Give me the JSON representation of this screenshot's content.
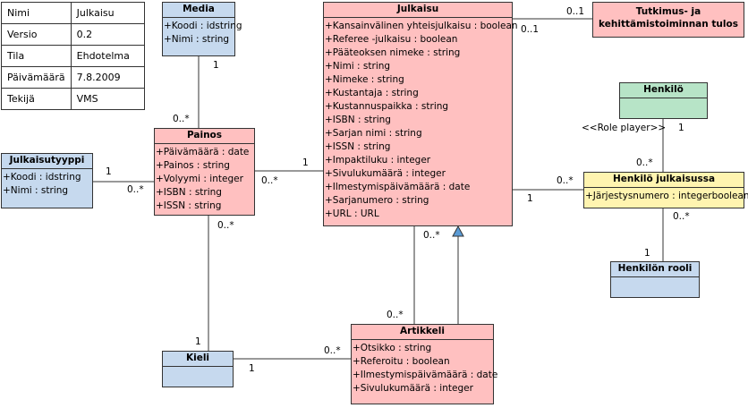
{
  "meta_table": [
    {
      "key": "Nimi",
      "value": "Julkaisu"
    },
    {
      "key": "Versio",
      "value": "0.2"
    },
    {
      "key": "Tila",
      "value": "Ehdotelma"
    },
    {
      "key": "Päivämäärä",
      "value": "7.8.2009"
    },
    {
      "key": "Tekijä",
      "value": "VMS"
    }
  ],
  "classes": {
    "media": {
      "name": "Media",
      "attrs": [
        "+Koodi : idstring",
        "+Nimi : string"
      ]
    },
    "julkaisu": {
      "name": "Julkaisu",
      "attrs": [
        "+Kansainvälinen yhteisjulkaisu : boolean",
        "+Referee -julkaisu : boolean",
        "+Pääteoksen nimeke : string",
        "+Nimi : string",
        "+Nimeke : string",
        "+Kustantaja : string",
        "+Kustannuspaikka : string",
        "+ISBN : string",
        "+Sarjan nimi : string",
        "+ISSN : string",
        "+Impaktiluku : integer",
        "+Sivulukumäärä : integer",
        "+Ilmestymispäivämäärä : date",
        "+Sarjanumero : string",
        "+URL : URL"
      ]
    },
    "tutkimus": {
      "name_line1": "Tutkimus- ja",
      "name_line2": "kehittämistoiminnan tulos"
    },
    "henkilo": {
      "name": "Henkilö"
    },
    "painos": {
      "name": "Painos",
      "attrs": [
        "+Päivämäärä : date",
        "+Painos : string",
        "+Volyymi : integer",
        "+ISBN : string",
        "+ISSN : string"
      ]
    },
    "julkaisutyyppi": {
      "name": "Julkaisutyyppi",
      "attrs": [
        "+Koodi : idstring",
        "+Nimi : string"
      ]
    },
    "henkilo_julkaisussa": {
      "name": "Henkilö julkaisussa",
      "attrs": [
        "+Järjestysnumero : integerboolean"
      ]
    },
    "henkilon_rooli": {
      "name": "Henkilön rooli"
    },
    "kieli": {
      "name": "Kieli"
    },
    "artikkeli": {
      "name": "Artikkeli",
      "attrs": [
        "+Otsikko : string",
        "+Referoitu : boolean",
        "+Ilmestymispäivämäärä : date",
        "+Sivulukumäärä : integer"
      ]
    }
  },
  "labels": {
    "media_painos_1": "1",
    "media_painos_many": "0..*",
    "tutkimus_01_top": "0..1",
    "tutkimus_01_bottom": "0..1",
    "role_player": "<<Role player>>",
    "henkilo_1": "1",
    "henkilo_many": "0..*",
    "tyyppi_1": "1",
    "tyyppi_many": "0..*",
    "painos_julkaisu_1": "1",
    "painos_julkaisu_many": "0..*",
    "hj_many": "0..*",
    "hj_1": "1",
    "painos_kieli_many": "0..*",
    "rooli_many": "0..*",
    "rooli_1": "1",
    "julkaisu_artikkeli_many": "0..*",
    "artikkeli_many_top": "0..*",
    "kieli_1_top": "1",
    "kieli_1_right": "1",
    "kieli_artikkeli_many": "0..*"
  },
  "colors": {
    "blue": "#c6d9ee",
    "pink": "#ffc0c0",
    "green": "#b7e4c7",
    "yellow": "#fff4b0",
    "generalization_arrow": "#5b9bd5"
  }
}
